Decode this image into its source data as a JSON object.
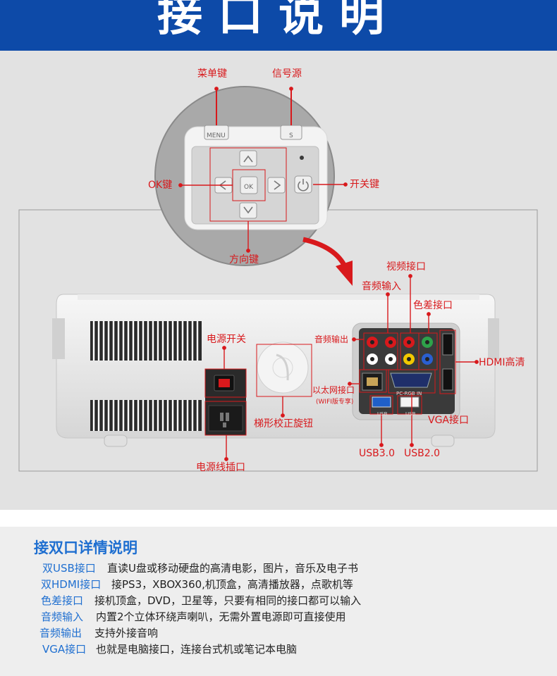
{
  "banner": {
    "title": "接口说明"
  },
  "remote": {
    "menu_label": "菜单键",
    "source_label": "信号源",
    "ok_label": "OK键",
    "power_label": "开关键",
    "direction_label": "方向键",
    "menu_btn_text": "MENU",
    "source_btn_text": "S",
    "ok_btn_text": "OK"
  },
  "rear_panel": {
    "video_in": "视频接口",
    "audio_in": "音频输入",
    "component": "色差接口",
    "audio_out": "音频输出",
    "power_switch": "电源开关",
    "hdmi": "HDMI高清",
    "ethernet": "以太网接口",
    "wifi_note": "(WIFI版专享)",
    "keystone": "梯形校正旋钮",
    "vga": "VGA接口",
    "usb3": "USB3.0",
    "usb2": "USB2.0",
    "power_cord": "电源线插口",
    "vga_port_text": "PC-RGB IN",
    "usb3_port_text": "USB",
    "usb2_port_text": "USB"
  },
  "details": {
    "title": "接双口详情说明",
    "items": [
      {
        "key": "双USB接口",
        "desc": "直读U盘或移动硬盘的高清电影，图片，音乐及电子书"
      },
      {
        "key": "双HDMI接口",
        "desc": "接PS3，XBOX360,机顶盒，高清播放器，点歌机等"
      },
      {
        "key": "色差接口",
        "desc": "接机顶盒，DVD，卫星等，只要有相同的接口都可以输入"
      },
      {
        "key": "音频输入",
        "desc": "内置2个立体环绕声喇叭，无需外置电源即可直接使用"
      },
      {
        "key": "音频输出",
        "desc": "支持外接音响"
      },
      {
        "key": "VGA接口",
        "desc": "也就是电脑接口，连接台式机或笔记本电脑"
      }
    ]
  },
  "colors": {
    "banner_blue": "#0d4aa8",
    "label_red": "#d8191c",
    "key_blue": "#1f6fd0"
  }
}
